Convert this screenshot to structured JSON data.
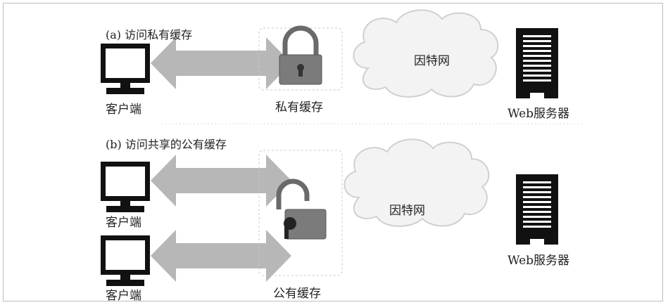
{
  "panel_a": {
    "title": "(a) 访问私有缓存",
    "client_label": "客户端",
    "cache_label": "私有缓存",
    "internet_label": "因特网",
    "server_label": "Web服务器"
  },
  "panel_b": {
    "title": "(b) 访问共享的公有缓存",
    "client1_label": "客户端",
    "client2_label": "客户端",
    "cache_label": "公有缓存",
    "internet_label": "因特网",
    "server_label": "Web服务器"
  },
  "colors": {
    "arrow": "#b7b7b7",
    "cloud_fill": "#f3f3f3",
    "cloud_stroke": "#d0d0d0",
    "dash_box": "#c8c8c8",
    "device": "#111111",
    "lock": "#6a6a6a"
  },
  "icons": [
    "computer-icon",
    "double-arrow-icon",
    "lock-closed-icon",
    "lock-open-icon",
    "cloud-icon",
    "server-icon"
  ]
}
